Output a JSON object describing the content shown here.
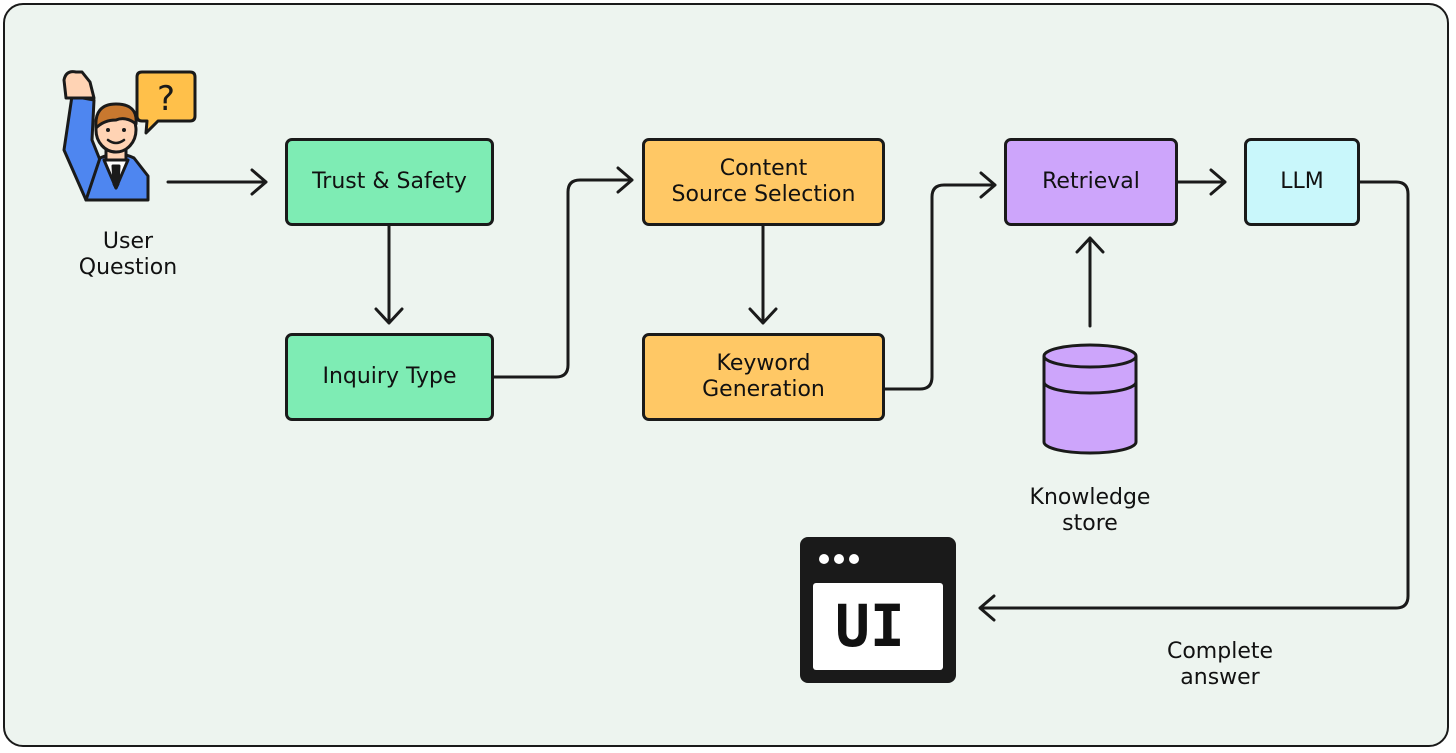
{
  "colors": {
    "background": "#edf4ef",
    "green": "#7eecb4",
    "orange": "#ffc865",
    "purple": "#cda5fb",
    "cyan": "#c9f7fb",
    "ink": "#1a1a1a"
  },
  "nodes": {
    "trust_safety": "Trust & Safety",
    "inquiry_type": "Inquiry Type",
    "content_source": "Content\nSource Selection",
    "keyword_gen": "Keyword\nGeneration",
    "retrieval": "Retrieval",
    "llm": "LLM"
  },
  "labels": {
    "user_question": "User\nQuestion",
    "knowledge_store": "Knowledge\nstore",
    "complete_answer": "Complete\nanswer",
    "question_mark": "?",
    "ui_window": "UI"
  },
  "icons": {
    "user": "user-raising-hand-icon",
    "question_bubble": "question-bubble-icon",
    "database": "database-icon",
    "ui_window": "ui-window-icon"
  }
}
